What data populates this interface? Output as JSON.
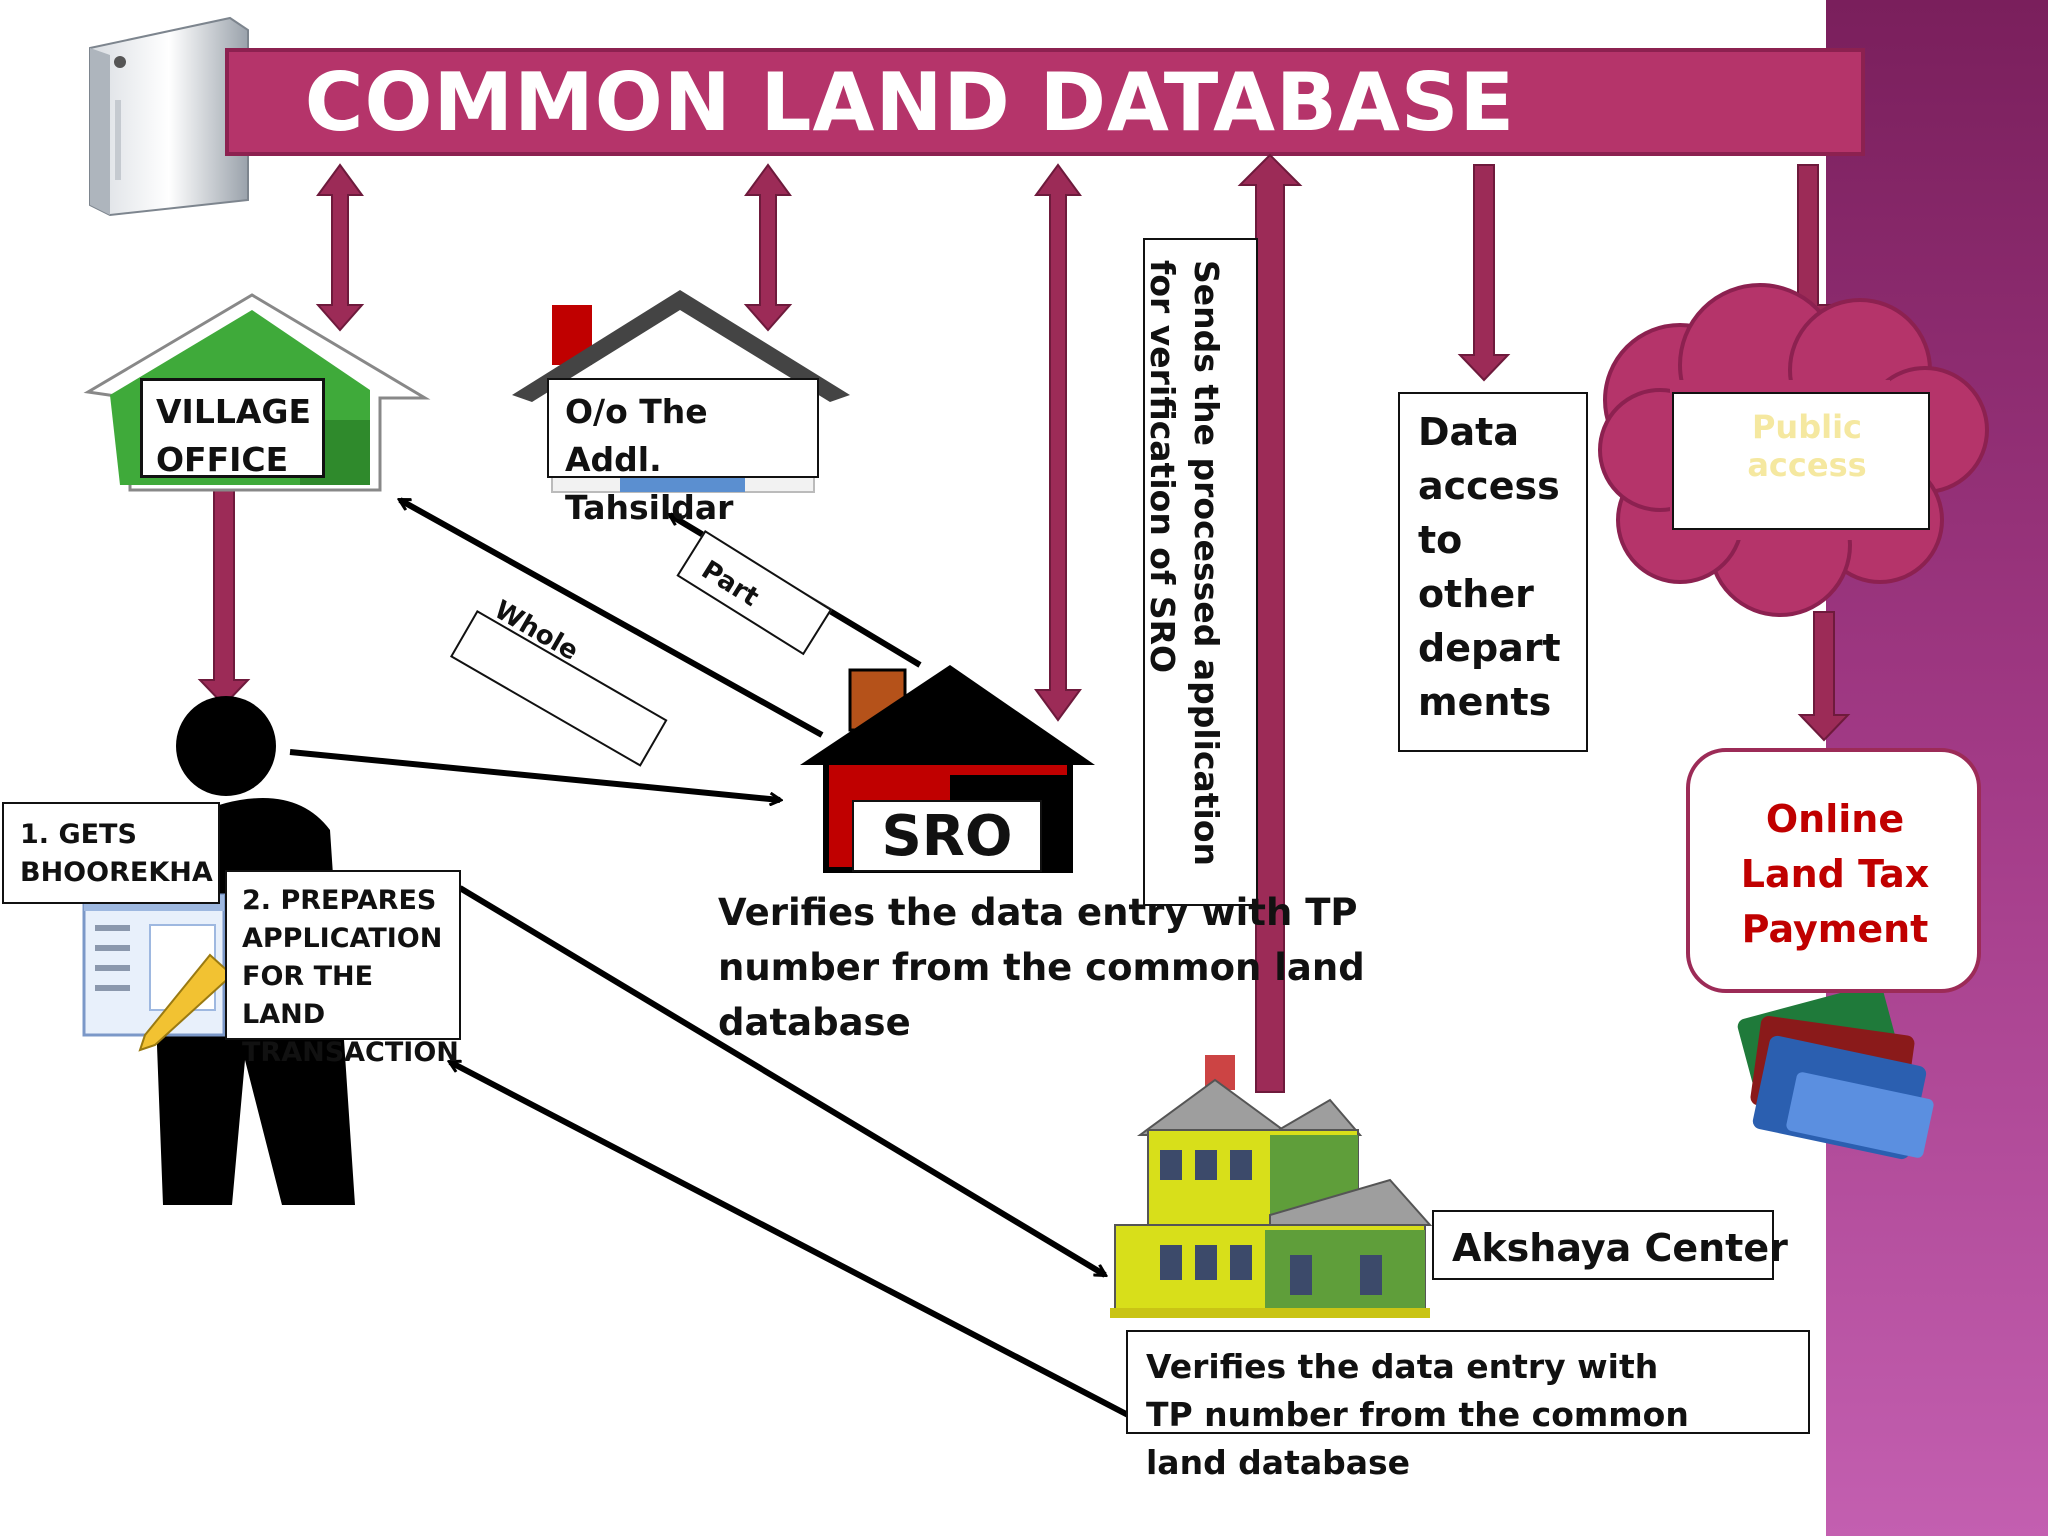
{
  "title": "COMMON LAND DATABASE",
  "nodes": {
    "village_office": "VILLAGE OFFICE",
    "tahsildar": "O/o The Addl. Tahsildar",
    "sro": "SRO",
    "data_access": "Data access to other depart ments",
    "public_access": "Public access",
    "online_tax": "Online Land Tax Payment",
    "akshaya": "Akshaya Center"
  },
  "labels": {
    "whole": "Whole",
    "part": "Part",
    "sends": "Sends the processed application for verification of SRO",
    "sro_verifies": "Verifies the data entry with TP number from the common land database",
    "akshaya_verifies": "Verifies the data entry with TP number from the common land database",
    "step1": "1. GETS BHOOREKHA",
    "step2": "2. PREPARES APPLICATION FOR THE LAND TRANSACTION"
  },
  "colors": {
    "accent": "#b5346a",
    "dark_accent": "#8c2150",
    "tax_text": "#c00000",
    "public_access_text": "#f5e8a0"
  },
  "icons": [
    "server-icon",
    "village-house-icon",
    "tahsildar-house-icon",
    "person-icon",
    "form-pencil-icon",
    "sro-house-icon",
    "akshaya-house-icon",
    "cloud-icon",
    "credit-cards-icon"
  ]
}
